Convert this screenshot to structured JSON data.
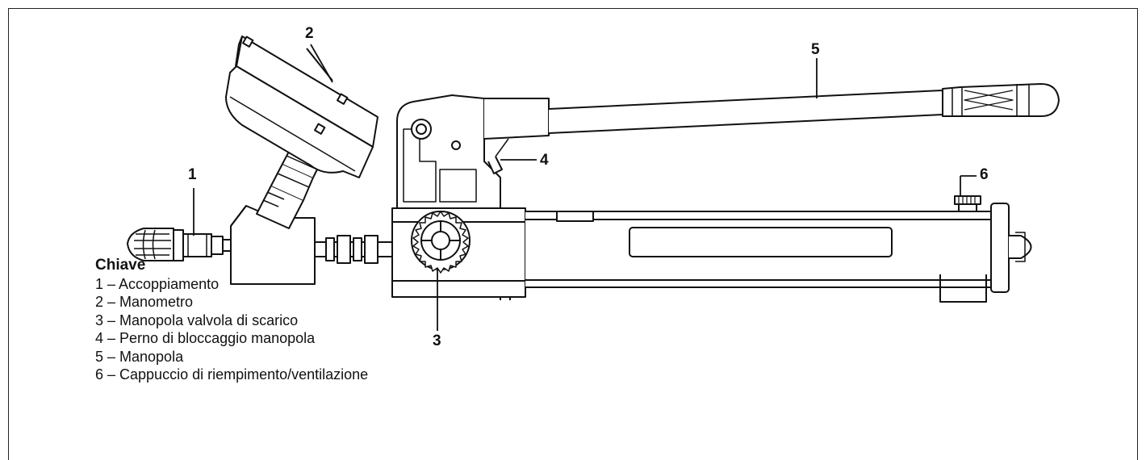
{
  "callouts": {
    "c1": "1",
    "c2": "2",
    "c3": "3",
    "c4": "4",
    "c5": "5",
    "c6": "6"
  },
  "legend": {
    "title": "Chiave",
    "items": [
      "1 – Accoppiamento",
      "2 – Manometro",
      "3 – Manopola valvola di scarico",
      "4 – Perno di bloccaggio manopola",
      "5 – Manopola",
      "6 – Cappuccio di riempimento/ventilazione"
    ]
  }
}
